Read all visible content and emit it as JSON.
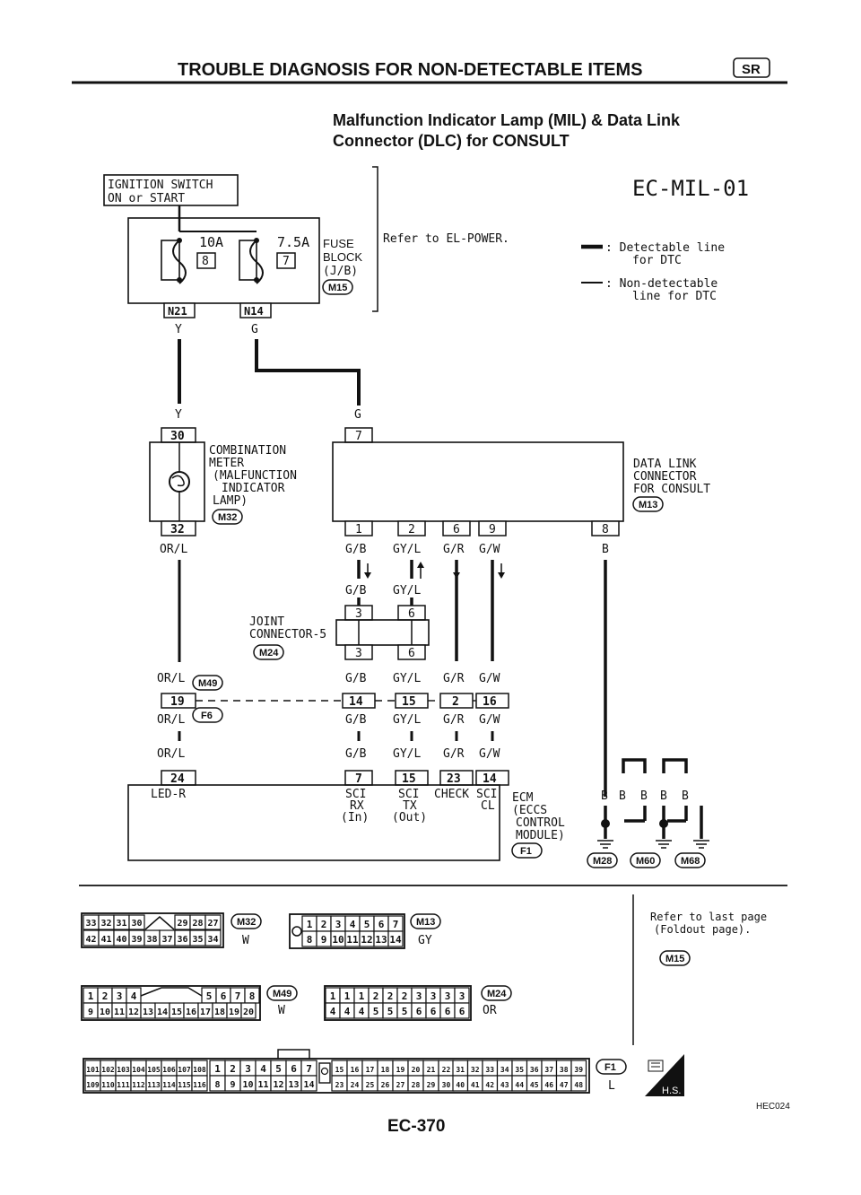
{
  "header": {
    "title": "TROUBLE DIAGNOSIS FOR NON-DETECTABLE ITEMS",
    "badge": "SR",
    "subtitle_line1": "Malfunction Indicator Lamp (MIL) & Data Link",
    "subtitle_line2": "Connector (DLC) for CONSULT",
    "code": "EC-MIL-01"
  },
  "legend": {
    "detectable_1": ": Detectable line",
    "detectable_2": "for DTC",
    "nondetectable_1": ": Non-detectable",
    "nondetectable_2": "line for DTC"
  },
  "ignition": {
    "line1": "IGNITION SWITCH",
    "line2": "ON or START"
  },
  "refer_power": "Refer to EL-POWER.",
  "fuse": {
    "f1_amp": "10A",
    "f1_num": "8",
    "f2_amp": "7.5A",
    "f2_num": "7",
    "label1": "FUSE",
    "label2": "BLOCK",
    "label3": "(J/B)",
    "connector": "M15",
    "pin_left": "N21",
    "pin_right": "N14"
  },
  "wires": {
    "y": "Y",
    "g": "G",
    "orl": "OR/L",
    "gb": "G/B",
    "gyl": "GY/L",
    "gr": "G/R",
    "gw": "G/W",
    "b": "B"
  },
  "meter": {
    "line1": "COMBINATION",
    "line2": "METER",
    "line3": "(MALFUNCTION",
    "line4": "INDICATOR",
    "line5": "LAMP)",
    "connector": "M32",
    "pin_top": "30",
    "pin_bottom": "32"
  },
  "dlc": {
    "line1": "DATA LINK",
    "line2": "CONNECTOR",
    "line3": "FOR CONSULT",
    "connector": "M13",
    "pin_top": "7",
    "pins_bottom": [
      "1",
      "2",
      "6",
      "9"
    ],
    "pin_b": "8"
  },
  "joint": {
    "line1": "JOINT",
    "line2": "CONNECTOR-5",
    "connector": "M24",
    "pins": [
      "3",
      "6"
    ]
  },
  "midconn": {
    "m49": "M49",
    "f6": "F6",
    "pins": [
      "19",
      "14",
      "15",
      "2",
      "16"
    ]
  },
  "ecm": {
    "pins": [
      "24",
      "7",
      "15",
      "23",
      "14"
    ],
    "led": "LED-R",
    "sci_rx_1": "SCI",
    "sci_rx_2": "RX",
    "sci_rx_3": "(In)",
    "sci_tx_1": "SCI",
    "sci_tx_2": "TX",
    "sci_tx_3": "(Out)",
    "check_1": "CHECK",
    "check_2": "SCI",
    "check_3": "CL",
    "name1": "ECM",
    "name2": "(ECCS",
    "name3": "CONTROL",
    "name4": "MODULE)",
    "connector": "F1"
  },
  "grounds": {
    "labels": [
      "M28",
      "M60",
      "M68"
    ],
    "b": "B"
  },
  "connectors": {
    "m32_top": [
      "33",
      "32",
      "31",
      "30",
      "29",
      "28",
      "27"
    ],
    "m32_bot": [
      "42",
      "41",
      "40",
      "39",
      "38",
      "37",
      "36",
      "35",
      "34"
    ],
    "m32_name": "M32",
    "m32_color": "W",
    "m13_top": [
      "1",
      "2",
      "3",
      "4",
      "5",
      "6",
      "7"
    ],
    "m13_bot": [
      "8",
      "9",
      "10",
      "11",
      "12",
      "13",
      "14"
    ],
    "m13_name": "M13",
    "m13_color": "GY",
    "m49_top_l": [
      "1",
      "2",
      "3",
      "4"
    ],
    "m49_top_r": [
      "5",
      "6",
      "7",
      "8"
    ],
    "m49_bot": [
      "9",
      "10",
      "11",
      "12",
      "13",
      "14",
      "15",
      "16",
      "17",
      "18",
      "19",
      "20"
    ],
    "m49_name": "M49",
    "m49_color": "W",
    "m24_top": [
      "1",
      "1",
      "1",
      "2",
      "2",
      "2",
      "3",
      "3",
      "3",
      "3"
    ],
    "m24_bot": [
      "4",
      "4",
      "4",
      "5",
      "5",
      "5",
      "6",
      "6",
      "6",
      "6"
    ],
    "m24_name": "M24",
    "m24_color": "OR",
    "refer_1": "Refer to last page",
    "refer_2": "(Foldout page).",
    "refer_conn": "M15",
    "f1_top_a": [
      "101",
      "102",
      "103",
      "104",
      "105",
      "106",
      "107",
      "108"
    ],
    "f1_bot_a": [
      "109",
      "110",
      "111",
      "112",
      "113",
      "114",
      "115",
      "116"
    ],
    "f1_top_b": [
      "1",
      "2",
      "3",
      "4",
      "5",
      "6",
      "7"
    ],
    "f1_bot_b": [
      "8",
      "9",
      "10",
      "11",
      "12",
      "13",
      "14"
    ],
    "f1_top_c": [
      "15",
      "16",
      "17",
      "18",
      "19",
      "20",
      "21",
      "22"
    ],
    "f1_bot_c": [
      "23",
      "24",
      "25",
      "26",
      "27",
      "28",
      "29",
      "30"
    ],
    "f1_top_d": [
      "31",
      "32",
      "33",
      "34",
      "35",
      "36",
      "37",
      "38",
      "39"
    ],
    "f1_bot_d": [
      "40",
      "41",
      "42",
      "43",
      "44",
      "45",
      "46",
      "47",
      "48"
    ],
    "f1_name": "F1",
    "f1_color": "L",
    "hs": "H.S."
  },
  "footer": {
    "code": "HEC024",
    "page": "EC-370"
  }
}
